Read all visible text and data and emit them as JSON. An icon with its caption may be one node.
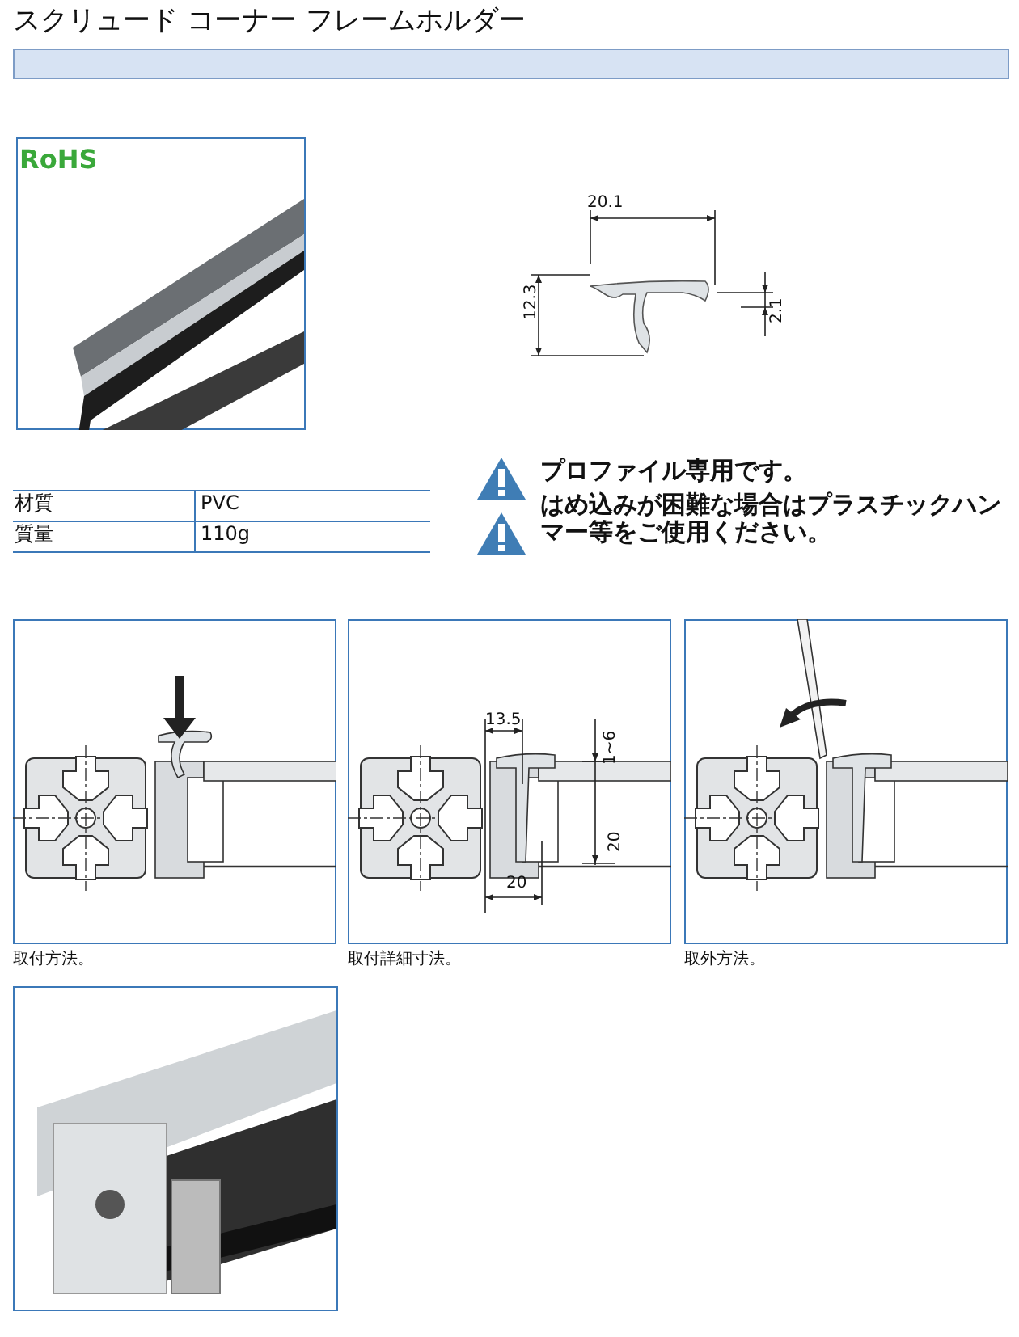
{
  "diagram": {
    "title": "スクリュード コーナー フレームホルダー",
    "labels": [
      "RoHS",
      "20.1",
      "12.3",
      "2.1",
      "材質",
      "PVC",
      "質量",
      "110g",
      "プロファイル専用です。",
      "はめ込みが困難な場合はプラスチックハンマー等をご使用ください。",
      "13.5",
      "1~6",
      "20",
      "20",
      "取付方法。",
      "取付詳細寸法。",
      "取外方法。"
    ]
  }
}
